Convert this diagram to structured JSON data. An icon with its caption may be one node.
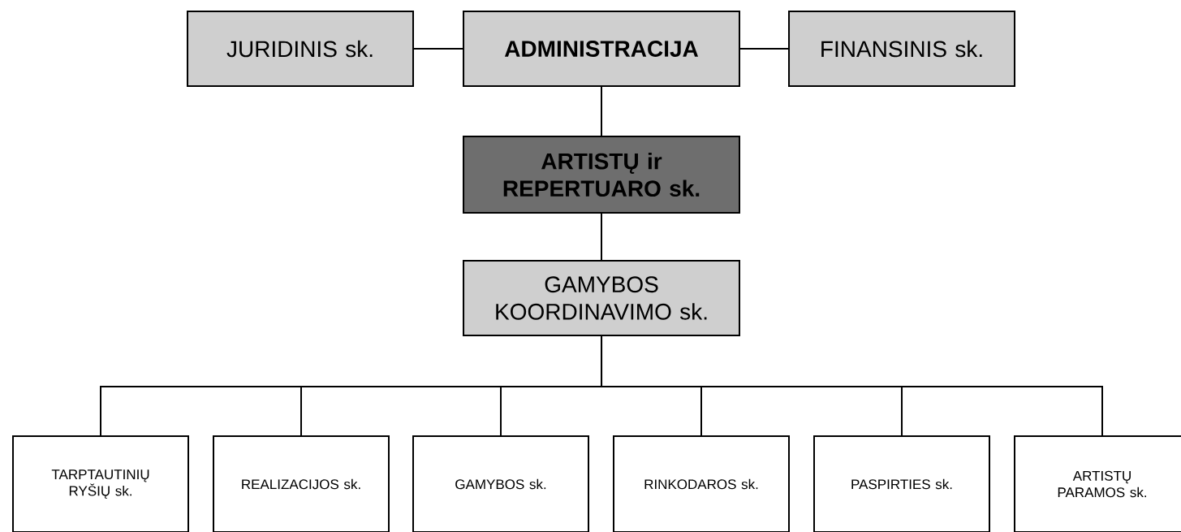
{
  "diagram": {
    "nodes": [
      {
        "text": [
          "ADMINISTRACIJA"
        ]
      },
      {
        "text": [
          "JURIDINIS sk."
        ]
      },
      {
        "text": [
          "FINANSINIS sk."
        ]
      },
      {
        "text": [
          "ARTISTŲ ir REPERTUARO sk."
        ]
      },
      {
        "text": [
          "GAMYBOS KOORDINAVIMO sk."
        ]
      },
      {
        "text": [
          "TARPTAUTINIŲ RYŠIŲ sk."
        ]
      },
      {
        "text": [
          "REALIZACIJOS sk."
        ]
      },
      {
        "text": [
          "GAMYBOS sk."
        ]
      },
      {
        "text": [
          "RINKODAROS sk."
        ]
      },
      {
        "text": [
          "PASPIRTIES sk."
        ]
      },
      {
        "text": [
          "ARTISTŲ PARAMOS sk."
        ]
      }
    ],
    "edges": [
      {
        "from": 0,
        "to": 1,
        "arrow": "none"
      },
      {
        "from": 0,
        "to": 2,
        "arrow": "none"
      },
      {
        "from": 0,
        "to": 3,
        "arrow": "none"
      },
      {
        "from": 3,
        "to": 4,
        "arrow": "none"
      },
      {
        "from": 4,
        "to": 5,
        "arrow": "none"
      },
      {
        "from": 4,
        "to": 6,
        "arrow": "none"
      },
      {
        "from": 4,
        "to": 7,
        "arrow": "none"
      },
      {
        "from": 4,
        "to": 8,
        "arrow": "none"
      },
      {
        "from": 4,
        "to": 9,
        "arrow": "none"
      },
      {
        "from": 4,
        "to": 10,
        "arrow": "none"
      }
    ]
  }
}
